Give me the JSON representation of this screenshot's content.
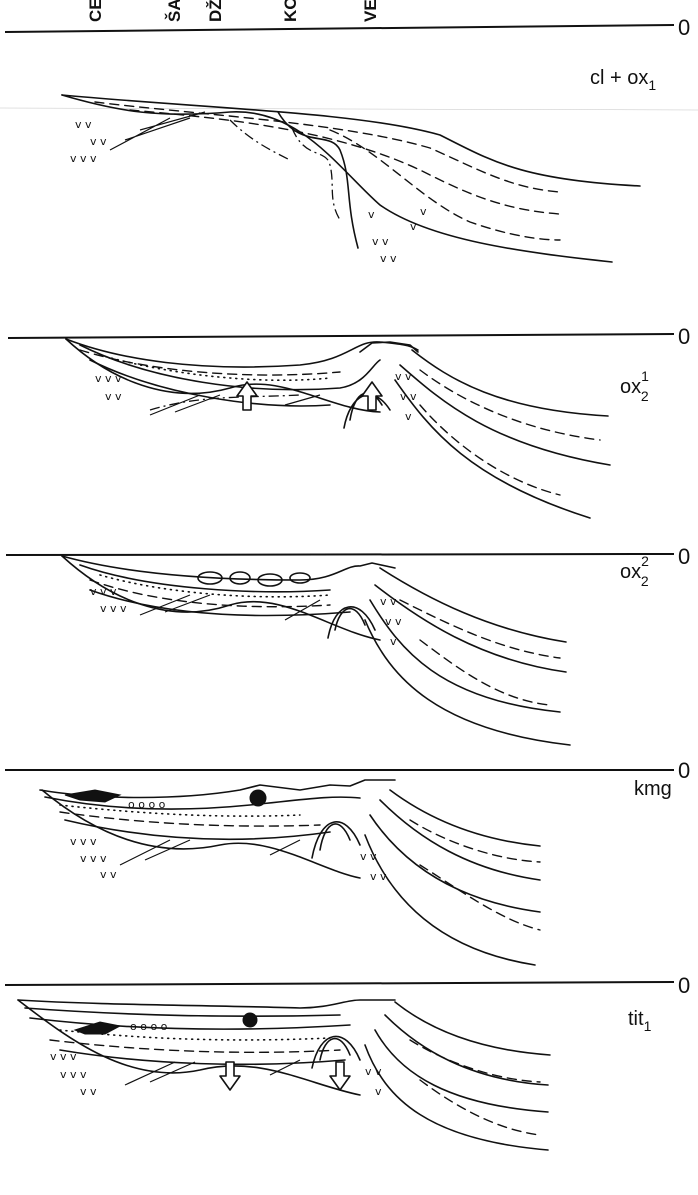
{
  "top_labels": [
    "CE",
    "ŠA",
    "DŽ",
    "KO",
    "VE"
  ],
  "sea_level_label": "0",
  "panels": [
    {
      "label": "cl + ox",
      "sub": "1",
      "sup": ""
    },
    {
      "label": "ox",
      "sub": "2",
      "sup": "1"
    },
    {
      "label": "ox",
      "sub": "2",
      "sup": "2"
    },
    {
      "label": "kmg",
      "sub": "",
      "sup": ""
    },
    {
      "label": "tit",
      "sub": "1",
      "sup": ""
    }
  ]
}
